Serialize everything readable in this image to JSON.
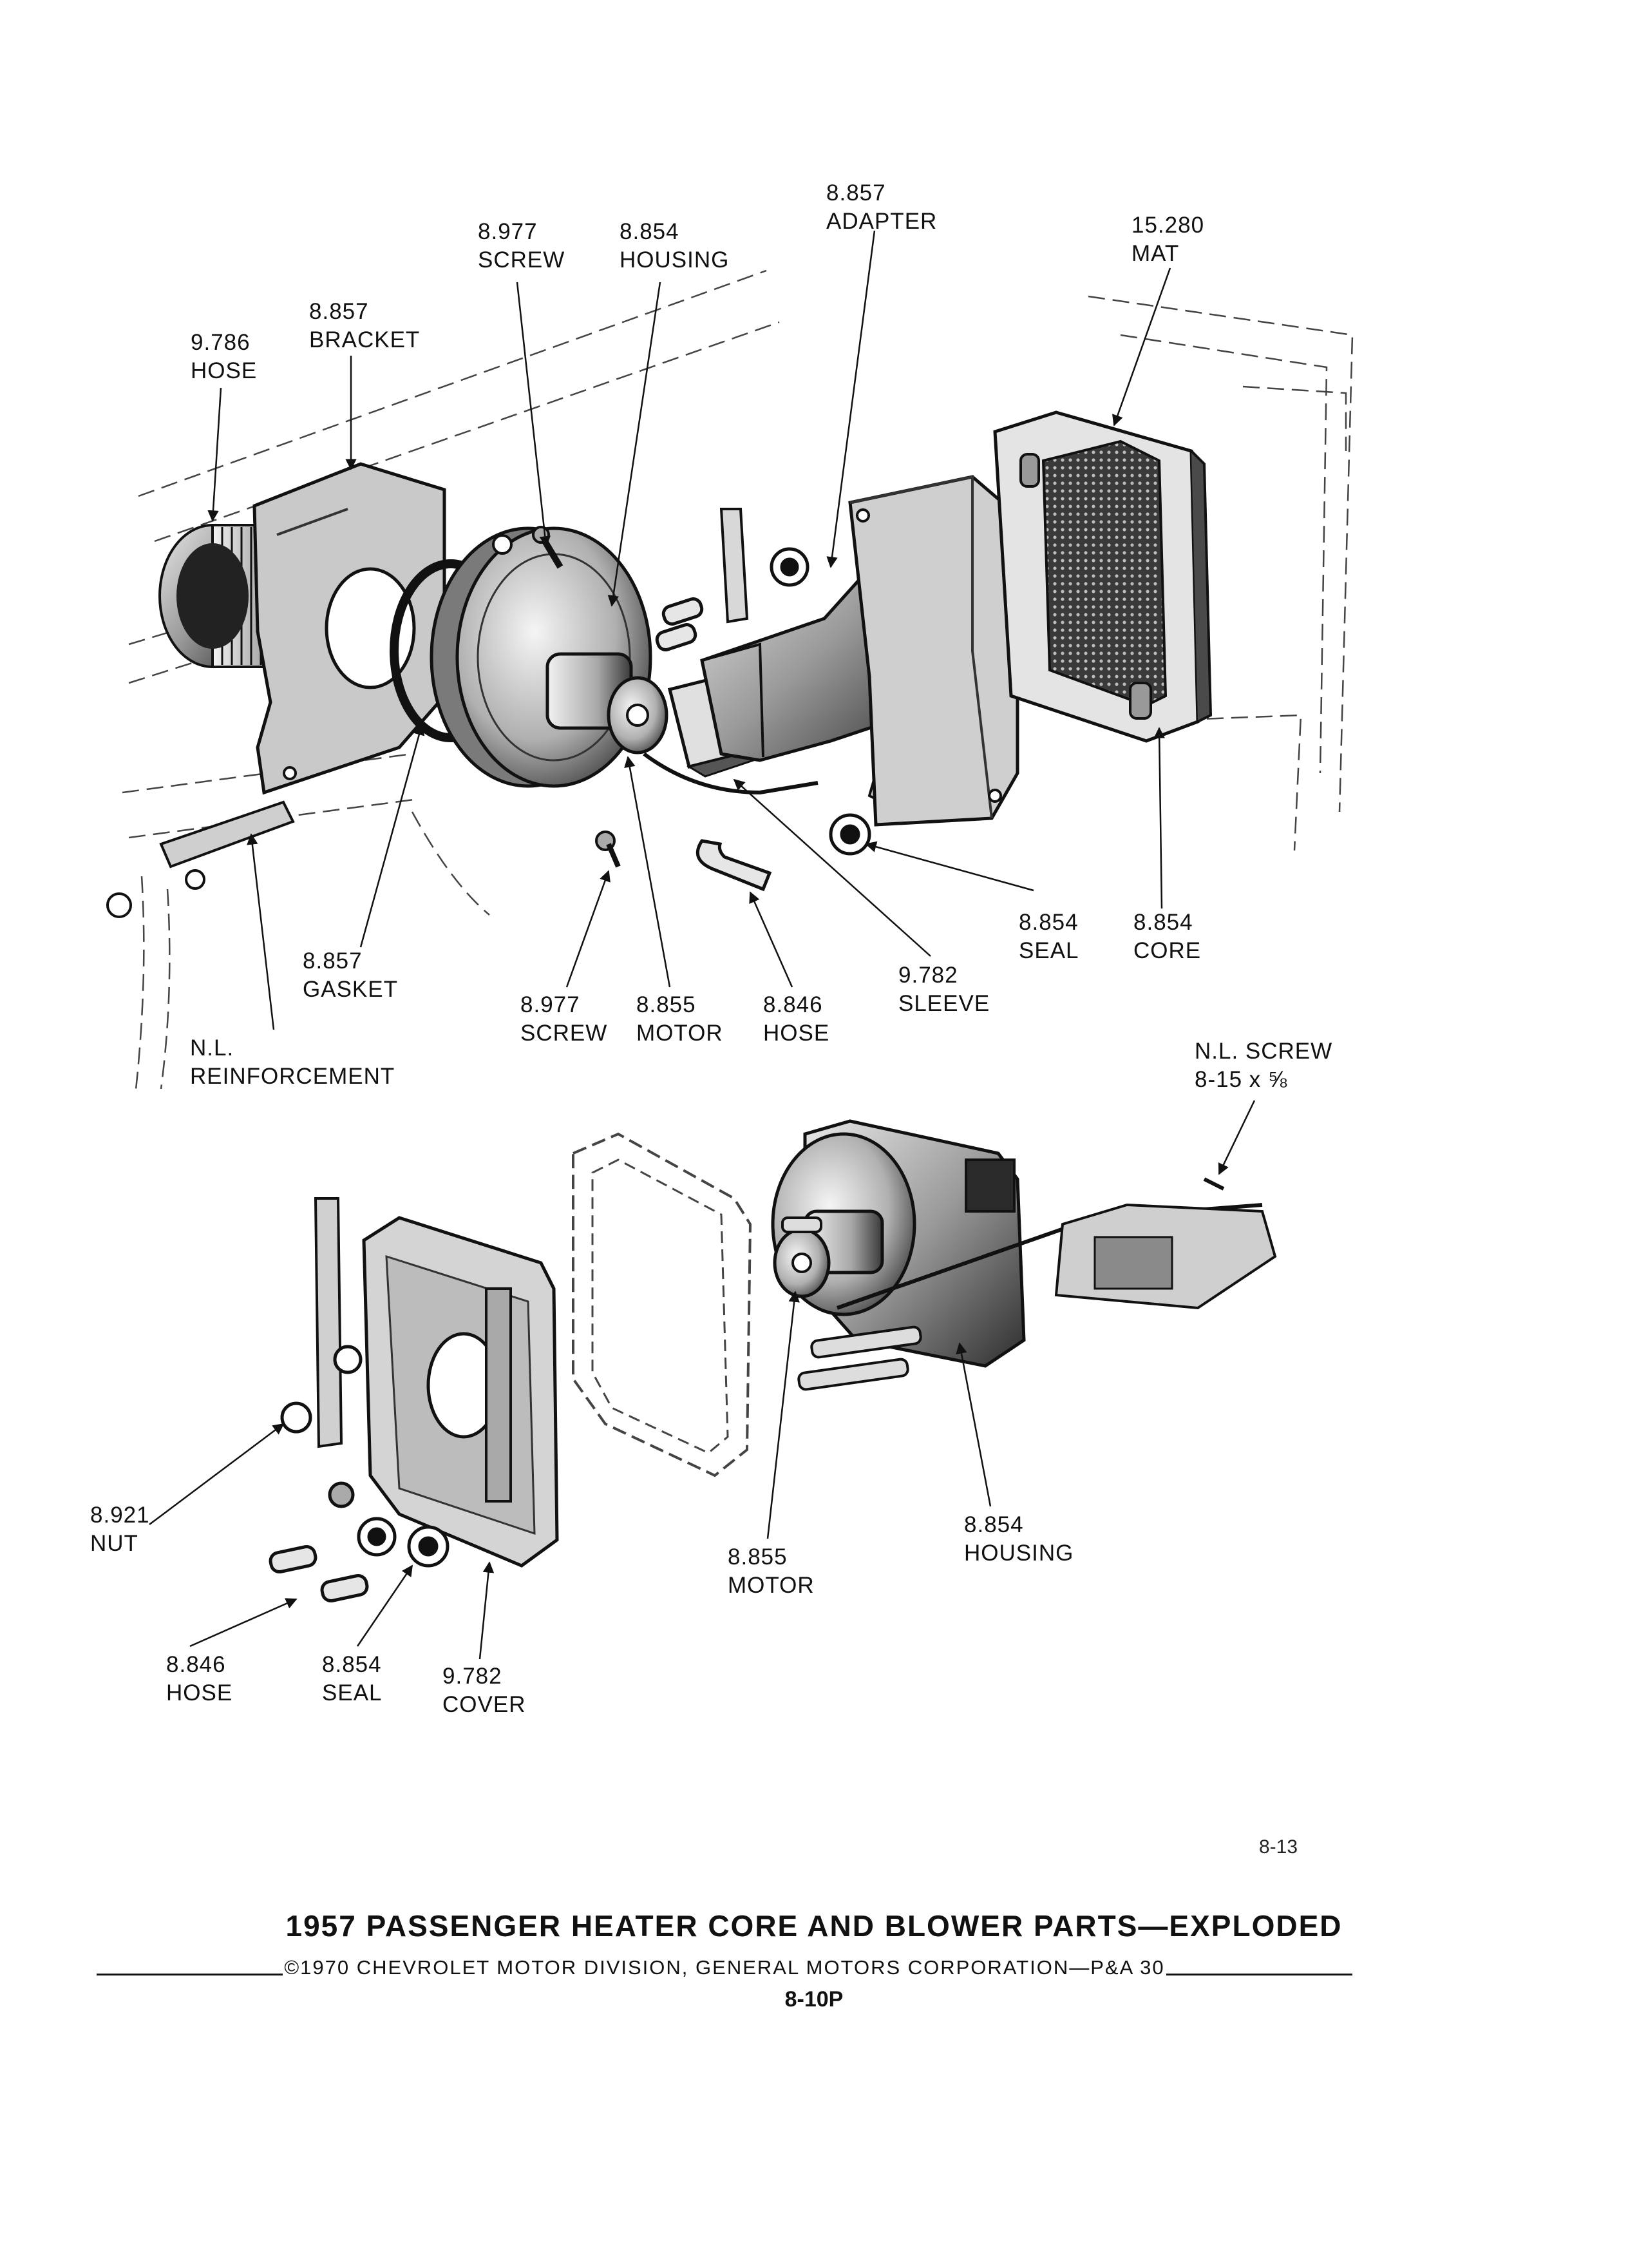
{
  "page": {
    "figure_number": "8-13",
    "title": "1957 PASSENGER HEATER CORE AND BLOWER PARTS—EXPLODED",
    "copyright": "©1970 CHEVROLET MOTOR DIVISION, GENERAL MOTORS CORPORATION—P&A 30",
    "plate_number": "8-10P"
  },
  "upper_callouts": {
    "adapter": {
      "code": "8.857",
      "name": "ADAPTER"
    },
    "screw_top": {
      "code": "8.977",
      "name": "SCREW"
    },
    "housing_top": {
      "code": "8.854",
      "name": "HOUSING"
    },
    "mat": {
      "code": "15.280",
      "name": "MAT"
    },
    "bracket": {
      "code": "8.857",
      "name": "BRACKET"
    },
    "hose_top": {
      "code": "9.786",
      "name": "HOSE"
    },
    "seal_top": {
      "code": "8.854",
      "name": "SEAL"
    },
    "core": {
      "code": "8.854",
      "name": "CORE"
    },
    "sleeve": {
      "code": "9.782",
      "name": "SLEEVE"
    },
    "gasket": {
      "code": "8.857",
      "name": "GASKET"
    },
    "screw_bottom": {
      "code": "8.977",
      "name": "SCREW"
    },
    "motor_top": {
      "code": "8.855",
      "name": "MOTOR"
    },
    "hose_mid": {
      "code": "8.846",
      "name": "HOSE"
    },
    "reinforcement": {
      "code": "N.L.",
      "name": "REINFORCEMENT"
    }
  },
  "lower_callouts": {
    "nl_screw": {
      "code": "N.L. SCREW",
      "name": "8-15 x ⅝"
    },
    "nut": {
      "code": "8.921",
      "name": "NUT"
    },
    "housing_low": {
      "code": "8.854",
      "name": "HOUSING"
    },
    "motor_low": {
      "code": "8.855",
      "name": "MOTOR"
    },
    "hose_low": {
      "code": "8.846",
      "name": "HOSE"
    },
    "seal_low": {
      "code": "8.854",
      "name": "SEAL"
    },
    "cover": {
      "code": "9.782",
      "name": "COVER"
    }
  }
}
